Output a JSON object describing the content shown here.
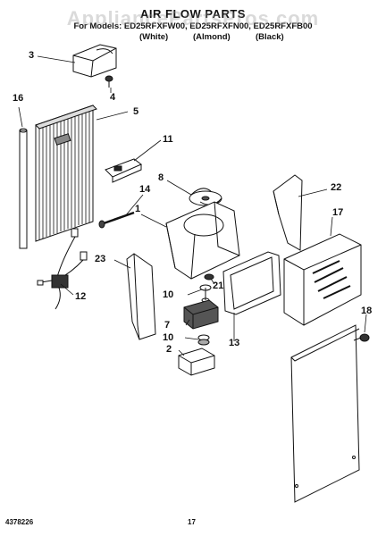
{
  "header": {
    "title": "AIR FLOW PARTS",
    "subtitle": "For Models: ED25RFXFW00, ED25RFXFN00, ED25RFXFB00",
    "variants": [
      "(White)",
      "(Almond)",
      "(Black)"
    ]
  },
  "watermark": "AppliancePartsPros.com",
  "callouts": [
    "1",
    "2",
    "3",
    "4",
    "5",
    "7",
    "8",
    "10",
    "10",
    "11",
    "12",
    "13",
    "14",
    "16",
    "17",
    "18",
    "21",
    "22",
    "23"
  ],
  "footer": {
    "part_number": "4378226",
    "page": "17"
  }
}
